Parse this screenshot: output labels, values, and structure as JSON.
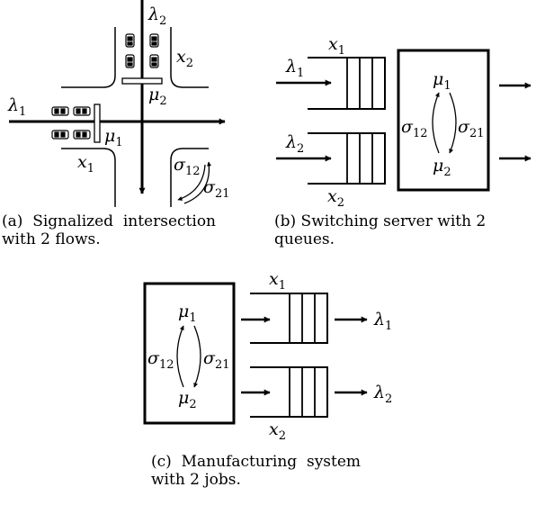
{
  "captions": {
    "a": [
      "(a)  Signalized  intersection",
      "with 2 flows."
    ],
    "b": [
      "(b) Switching server with 2",
      "queues."
    ],
    "c": [
      "(c)  Manufacturing  system",
      "with 2 jobs."
    ]
  },
  "symbols": {
    "lambda": "λ",
    "mu": "μ",
    "sigma": "σ",
    "x": "x"
  },
  "subscripts": {
    "one": "1",
    "two": "2",
    "one_two": "12",
    "two_one": "21"
  },
  "colors": {
    "ink": "#000000",
    "background": "#ffffff"
  }
}
